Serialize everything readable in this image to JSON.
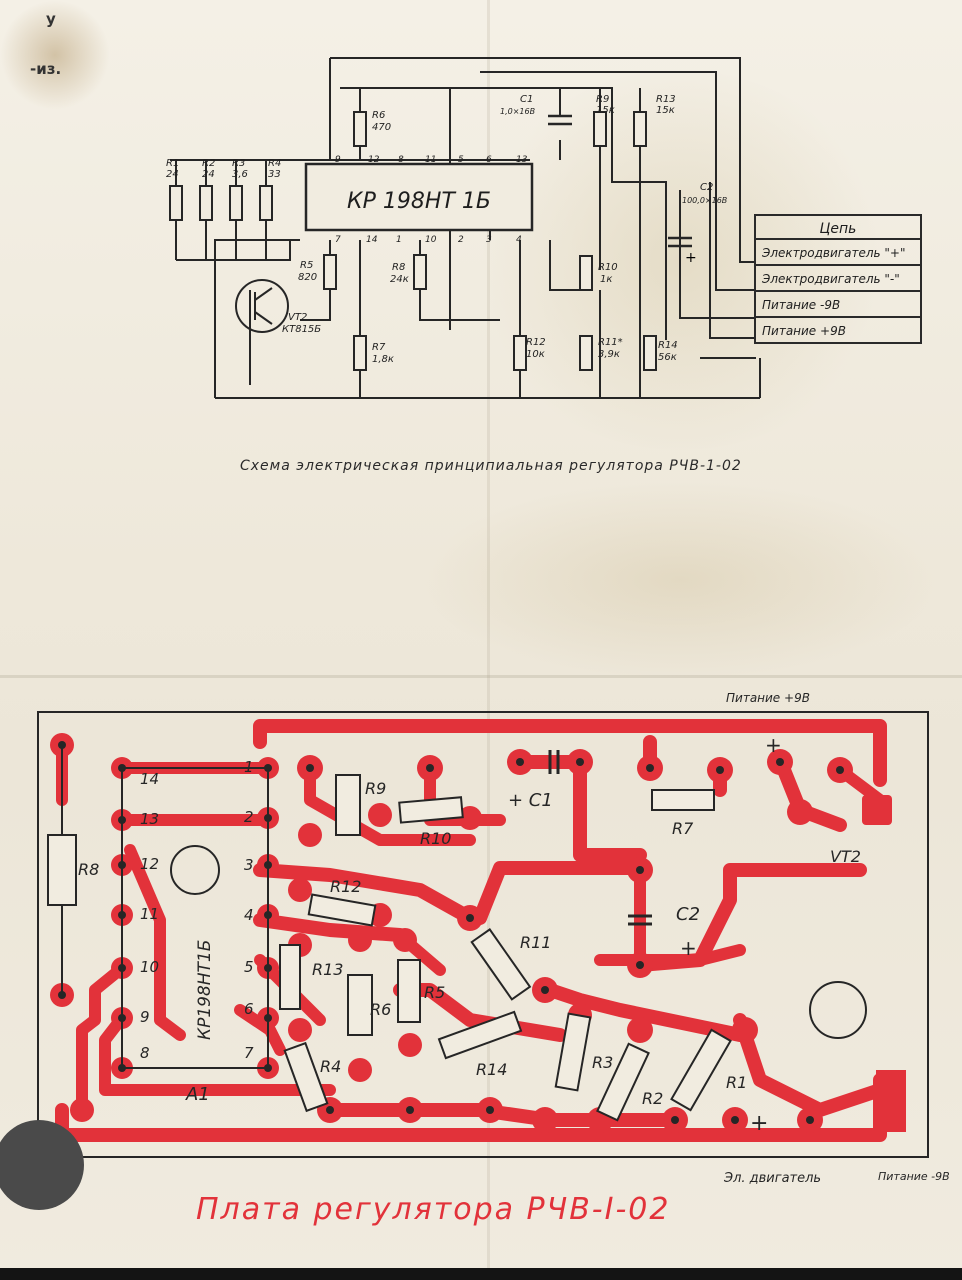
{
  "corner_fragments": [
    "у",
    "-из."
  ],
  "schematic": {
    "ic_label": "КР 198НТ 1Б",
    "resistors": [
      {
        "name": "R1",
        "value": "24"
      },
      {
        "name": "R2",
        "value": "24"
      },
      {
        "name": "R3",
        "value": "3,6"
      },
      {
        "name": "R4",
        "value": "33"
      },
      {
        "name": "R5",
        "value": "820"
      },
      {
        "name": "R6",
        "value": "470"
      },
      {
        "name": "R7",
        "value": "1,8к"
      },
      {
        "name": "R8",
        "value": "24к"
      },
      {
        "name": "R9",
        "value": "15к"
      },
      {
        "name": "R10",
        "value": "1к"
      },
      {
        "name": "R11*",
        "value": "3,9к"
      },
      {
        "name": "R12",
        "value": "10к"
      },
      {
        "name": "R13",
        "value": "15к"
      },
      {
        "name": "R14",
        "value": "56к"
      }
    ],
    "c1": {
      "name": "C1",
      "value": "1,0×16В"
    },
    "c2": {
      "name": "C2",
      "value": "100,0×16В"
    },
    "transistor": {
      "name": "VT2",
      "value": "КТ815Б"
    },
    "ic_pins_top": [
      "9",
      "12",
      "8",
      "11",
      "5",
      "6",
      "13"
    ],
    "ic_pins_bottom": [
      "7",
      "14",
      "1",
      "10",
      "2",
      "3",
      "4"
    ],
    "plus_sign": "+",
    "table": {
      "header": "Цепь",
      "rows": [
        "Электродвигатель \"+\"",
        "Электродвигатель \"-\"",
        "Питание -9В",
        "Питание +9В"
      ]
    },
    "caption": "Схема электрическая принципиальная регулятора РЧВ-1-02"
  },
  "pcb": {
    "ic_label": "КР198НТ1Б",
    "pins_left": [
      "14",
      "13",
      "12",
      "11",
      "10",
      "9",
      "8"
    ],
    "pins_right": [
      "1",
      "2",
      "3",
      "4",
      "5",
      "6",
      "7"
    ],
    "labels": {
      "power_plus": "Питание +9В",
      "motor": "Эл. двигатель",
      "power_minus": "Питание -9В",
      "a1": "A1",
      "c1": "+ C1",
      "c2": "C2",
      "c2_plus": "+",
      "plus_top": "+",
      "plus_bottom": "+",
      "vt2": "VT2",
      "r1": "R1",
      "r2": "R2",
      "r3": "R3",
      "r4": "R4",
      "r5": "R5",
      "r6": "R6",
      "r7": "R7",
      "r8": "R8",
      "r9": "R9",
      "r10": "R10",
      "r11": "R11",
      "r12": "R12",
      "r13": "R13",
      "r14": "R14"
    },
    "title": "Плата регулятора РЧВ-I-02"
  }
}
